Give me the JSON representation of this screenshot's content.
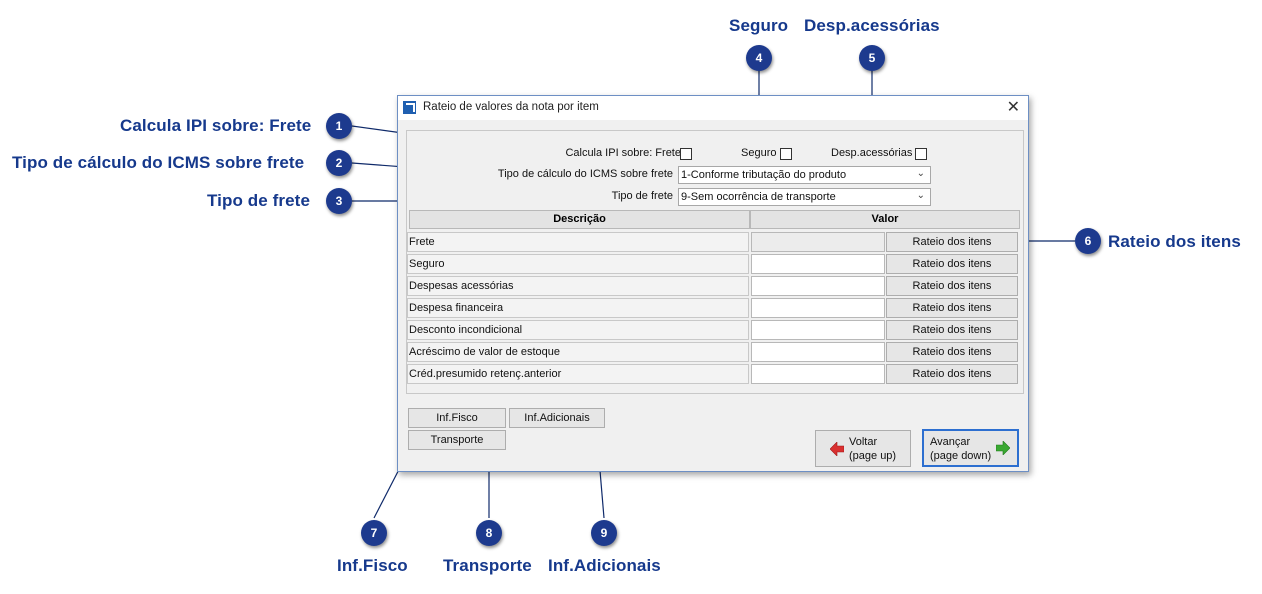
{
  "window": {
    "title": "Rateio de valores da nota por item",
    "close_glyph": "✕"
  },
  "form": {
    "ipi_label": "Calcula IPI sobre: Frete",
    "seguro_label": "Seguro",
    "desp_label": "Desp.acessórias",
    "icms_label": "Tipo de cálculo do ICMS sobre frete",
    "icms_value": "1-Conforme tributação do produto",
    "frete_label": "Tipo de frete",
    "frete_value": "9-Sem ocorrência de transporte"
  },
  "grid": {
    "headers": [
      "Descrição",
      "Valor"
    ],
    "rows": [
      {
        "desc": "Frete",
        "button": "Rateio dos itens"
      },
      {
        "desc": "Seguro",
        "button": "Rateio dos itens"
      },
      {
        "desc": "Despesas acessórias",
        "button": "Rateio dos itens"
      },
      {
        "desc": "Despesa financeira",
        "button": "Rateio dos itens"
      },
      {
        "desc": "Desconto incondicional",
        "button": "Rateio dos itens"
      },
      {
        "desc": "Acréscimo de valor de estoque",
        "button": "Rateio dos itens"
      },
      {
        "desc": "Créd.presumido retenç.anterior",
        "button": "Rateio dos itens"
      }
    ]
  },
  "buttons": {
    "inf_fisco": "Inf.Fisco",
    "inf_adicionais": "Inf.Adicionais",
    "transporte": "Transporte",
    "voltar_1": "Voltar",
    "voltar_2": "(page up)",
    "avancar_1": "Avançar",
    "avancar_2": "(page down)"
  },
  "callouts": [
    {
      "num": "1",
      "label": "Calcula IPI sobre: Frete"
    },
    {
      "num": "2",
      "label": "Tipo de cálculo do ICMS sobre frete"
    },
    {
      "num": "3",
      "label": "Tipo de frete"
    },
    {
      "num": "4",
      "label": "Seguro"
    },
    {
      "num": "5",
      "label": "Desp.acessórias"
    },
    {
      "num": "6",
      "label": "Rateio dos itens"
    },
    {
      "num": "7",
      "label": "Inf.Fisco"
    },
    {
      "num": "8",
      "label": "Transporte"
    },
    {
      "num": "9",
      "label": "Inf.Adicionais"
    }
  ],
  "colors": {
    "callout": "#1d3a8e",
    "arrow_back": "#d93030",
    "arrow_fwd": "#3aa832"
  }
}
